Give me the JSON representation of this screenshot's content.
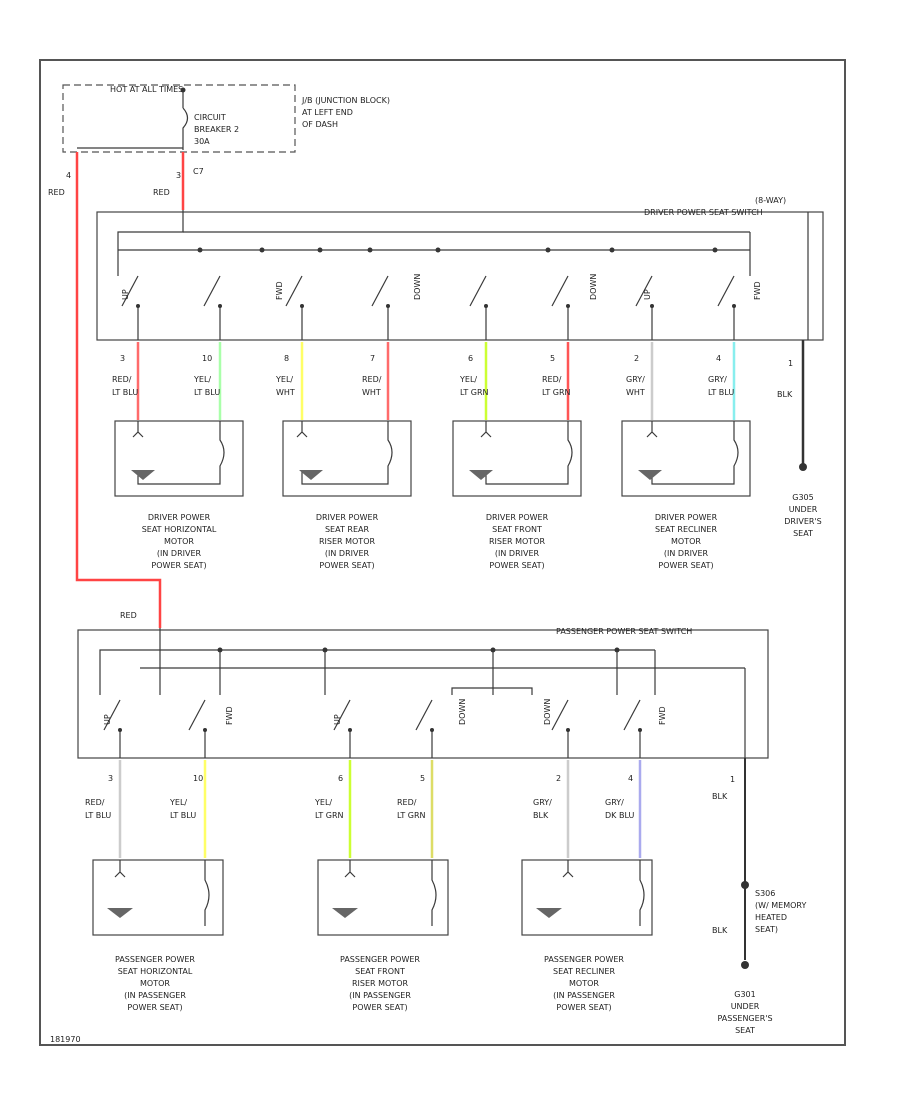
{
  "fuse_block": {
    "title": "HOT AT ALL TIMES",
    "breaker": [
      "CIRCUIT",
      "BREAKER 2",
      "30A"
    ],
    "location": [
      "J/B (JUNCTION BLOCK)",
      "AT LEFT END",
      "OF DASH"
    ],
    "pin_a": "4",
    "pin_b": "3",
    "conn": "C7"
  },
  "feed": {
    "left_color": "RED",
    "right_color": "RED"
  },
  "driver_switch": {
    "title": "DRIVER POWER SEAT SWITCH",
    "tag": "(8-WAY)",
    "contacts": [
      "UP",
      "FWD",
      "DOWN",
      "DOWN",
      "UP",
      "FWD"
    ],
    "pins": [
      {
        "num": "3",
        "c1": "RED/",
        "c2": "LT BLU",
        "color": "#ff6b6b"
      },
      {
        "num": "10",
        "c1": "YEL/",
        "c2": "LT BLU",
        "color": "#aaffaa"
      },
      {
        "num": "8",
        "c1": "YEL/",
        "c2": "WHT",
        "color": "#ffff66"
      },
      {
        "num": "7",
        "c1": "RED/",
        "c2": "WHT",
        "color": "#ff6b6b"
      },
      {
        "num": "6",
        "c1": "YEL/",
        "c2": "LT GRN",
        "color": "#ccff33"
      },
      {
        "num": "5",
        "c1": "RED/",
        "c2": "LT GRN",
        "color": "#ff5555"
      },
      {
        "num": "2",
        "c1": "GRY/",
        "c2": "WHT",
        "color": "#cccccc"
      },
      {
        "num": "4",
        "c1": "GRY/",
        "c2": "LT BLU",
        "color": "#88eeee"
      }
    ],
    "ground_pin": "1",
    "ground_color": "BLK"
  },
  "driver_motors": [
    {
      "lines": [
        "DRIVER POWER",
        "SEAT HORIZONTAL",
        "MOTOR",
        "(IN DRIVER",
        "POWER SEAT)"
      ]
    },
    {
      "lines": [
        "DRIVER POWER",
        "SEAT REAR",
        "RISER MOTOR",
        "(IN DRIVER",
        "POWER SEAT)"
      ]
    },
    {
      "lines": [
        "DRIVER POWER",
        "SEAT FRONT",
        "RISER MOTOR",
        "(IN DRIVER",
        "POWER SEAT)"
      ]
    },
    {
      "lines": [
        "DRIVER POWER",
        "SEAT RECLINER",
        "MOTOR",
        "(IN DRIVER",
        "POWER SEAT)"
      ]
    }
  ],
  "driver_ground": {
    "lines": [
      "G305",
      "UNDER",
      "DRIVER'S",
      "SEAT"
    ]
  },
  "pass_feed_color": "RED",
  "pass_switch": {
    "title": "PASSENGER POWER SEAT SWITCH",
    "contacts": [
      "UP",
      "FWD",
      "UP",
      "DOWN",
      "DOWN",
      "FWD"
    ],
    "pins": [
      {
        "num": "3",
        "c1": "RED/",
        "c2": "LT BLU",
        "color": "#cccccc"
      },
      {
        "num": "10",
        "c1": "YEL/",
        "c2": "LT BLU",
        "color": "#ffff66"
      },
      {
        "num": "6",
        "c1": "YEL/",
        "c2": "LT GRN",
        "color": "#ccff33"
      },
      {
        "num": "5",
        "c1": "RED/",
        "c2": "LT GRN",
        "color": "#dddd66"
      },
      {
        "num": "2",
        "c1": "GRY/",
        "c2": "BLK",
        "color": "#cccccc"
      },
      {
        "num": "4",
        "c1": "GRY/",
        "c2": "DK BLU",
        "color": "#aaaaee"
      }
    ],
    "ground_pin": "1",
    "ground_color": "BLK"
  },
  "pass_motors": [
    {
      "lines": [
        "PASSENGER POWER",
        "SEAT HORIZONTAL",
        "MOTOR",
        "(IN PASSENGER",
        "POWER SEAT)"
      ]
    },
    {
      "lines": [
        "PASSENGER POWER",
        "SEAT FRONT",
        "RISER MOTOR",
        "(IN PASSENGER",
        "POWER SEAT)"
      ]
    },
    {
      "lines": [
        "PASSENGER POWER",
        "SEAT RECLINER",
        "MOTOR",
        "(IN PASSENGER",
        "POWER SEAT)"
      ]
    }
  ],
  "pass_splice": {
    "lines": [
      "S306",
      "(W/ MEMORY",
      "HEATED",
      "SEAT)"
    ],
    "color": "BLK"
  },
  "pass_ground": {
    "lines": [
      "G301",
      "UNDER",
      "PASSENGER'S",
      "SEAT"
    ]
  },
  "footer_id": "181970"
}
